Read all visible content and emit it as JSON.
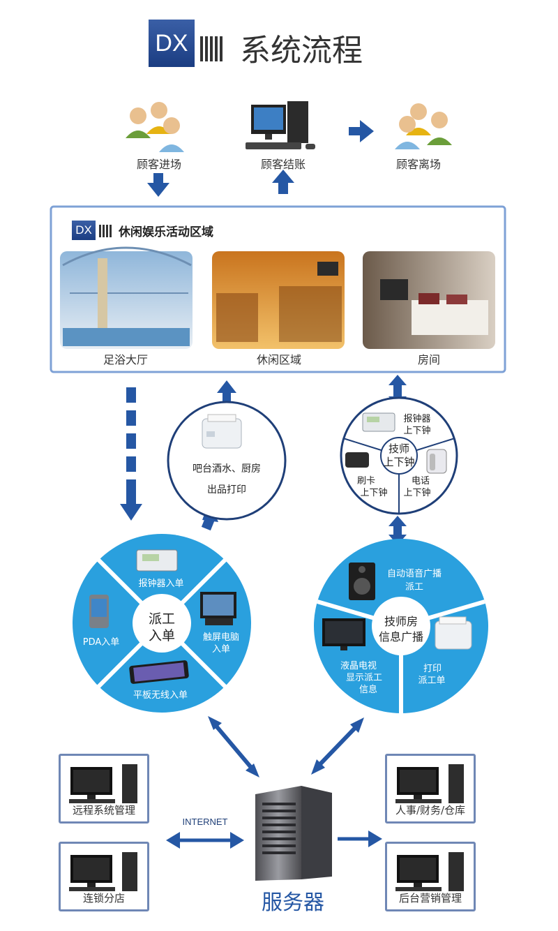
{
  "header": {
    "logo": "DX",
    "title": "系统流程"
  },
  "top": {
    "enter": "顾客进场",
    "checkout": "顾客结账",
    "leave": "顾客离场"
  },
  "zone": {
    "logo": "DX",
    "title": "休闲娱乐活动区域",
    "areas": [
      {
        "label": "足浴大厅"
      },
      {
        "label": "休闲区域"
      },
      {
        "label": "房间"
      }
    ]
  },
  "printer_circle": {
    "line1": "吧台酒水、厨房",
    "line2": "出品打印"
  },
  "tech_circle": {
    "center_line1": "技师",
    "center_line2": "上下钟",
    "clock_line1": "报钟器",
    "clock_line2": "上下钟",
    "card_line1": "刷卡",
    "card_line2": "上下钟",
    "phone_line1": "电话",
    "phone_line2": "上下钟"
  },
  "order_circle": {
    "center_line1": "派工",
    "center_line2": "入单",
    "clock": "报钟器入单",
    "pda": "PDA入单",
    "touch_line1": "触屏电脑",
    "touch_line2": "入单",
    "tablet": "平板无线入单"
  },
  "room_circle": {
    "center_line1": "技师房",
    "center_line2": "信息广播",
    "voice_line1": "自动语音广播",
    "voice_line2": "派工",
    "tv_line1": "液晶电视",
    "tv_line2": "显示派工",
    "tv_line3": "信息",
    "print_line1": "打印",
    "print_line2": "派工单"
  },
  "stations": {
    "remote": "远程系统管理",
    "chain": "连锁分店",
    "hr": "人事/财务/仓库",
    "marketing": "后台营销管理"
  },
  "internet": "INTERNET",
  "server": "服务器",
  "colors": {
    "arrow": "#2557a4",
    "circle": "#2aa0de",
    "frame": "#7ea1d6"
  }
}
